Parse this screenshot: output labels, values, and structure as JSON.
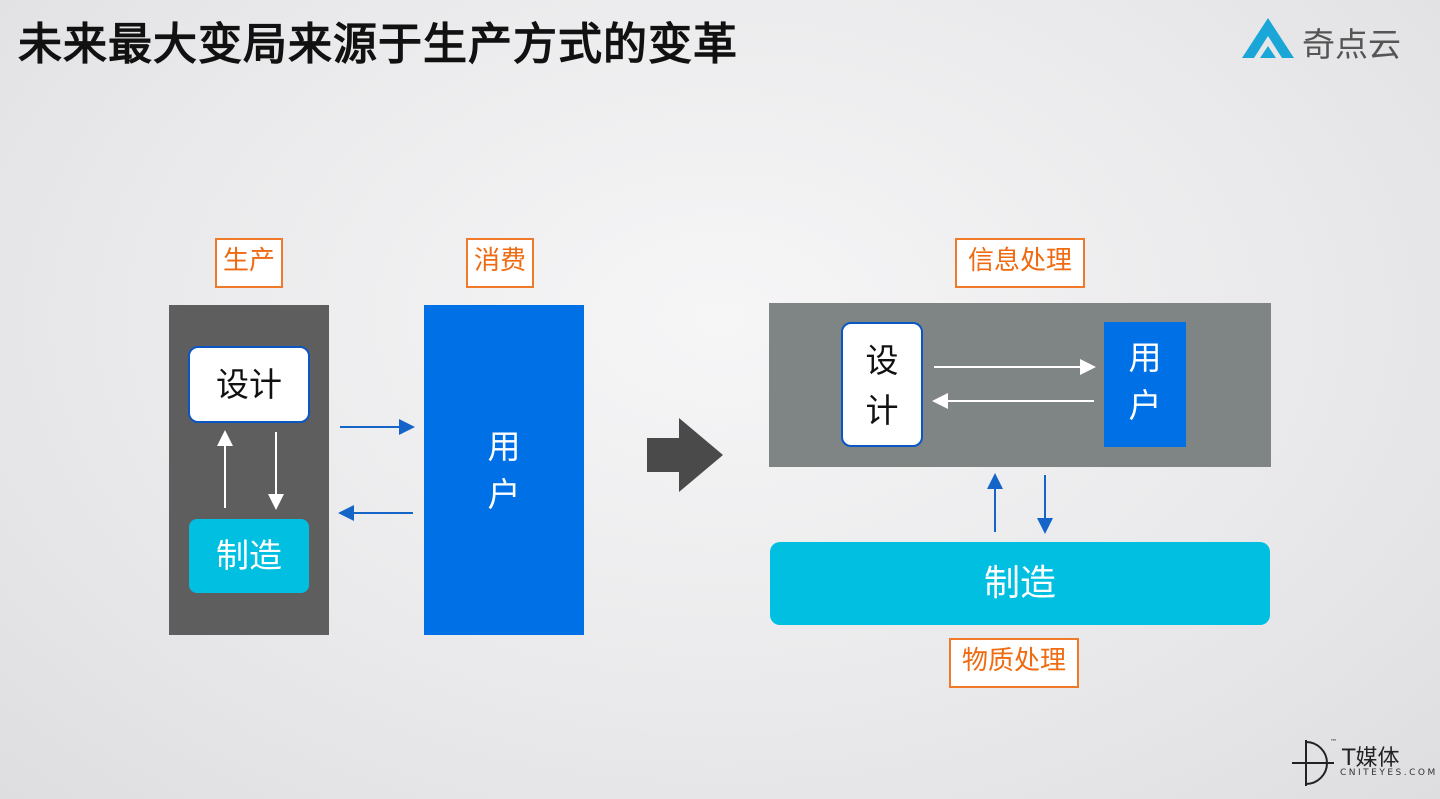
{
  "title": "未来最大变局来源于生产方式的变革",
  "brand": {
    "name": "奇点云",
    "color": "#1aa7d8"
  },
  "left": {
    "production_label": "生产",
    "consumption_label": "消费",
    "design": "设计",
    "manufacture": "制造",
    "user_top": "用",
    "user_bottom": "户"
  },
  "right": {
    "info_label": "信息处理",
    "material_label": "物质处理",
    "design_top": "设",
    "design_bottom": "计",
    "user_top": "用",
    "user_bottom": "户",
    "manufacture": "制造"
  },
  "footer": {
    "name": "T媒体",
    "sub": "CNITEYES.COM",
    "tm": "™"
  },
  "colors": {
    "accent_orange": "#ef6a10",
    "blue": "#0070e6",
    "cyan": "#00bfe0",
    "dark_gray": "#5e5e5e",
    "mid_gray": "#7f8584"
  }
}
